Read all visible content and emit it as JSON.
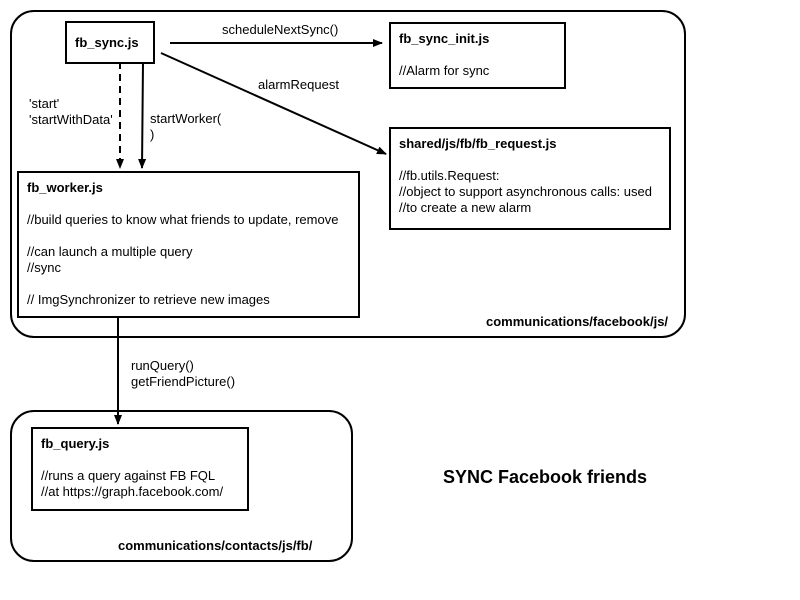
{
  "diagram": {
    "title": "SYNC Facebook friends",
    "containers": {
      "facebook_js": "communications/facebook/js/",
      "contacts_fb": "communications/contacts/js/fb/"
    },
    "boxes": {
      "fb_sync": {
        "title": "fb_sync.js"
      },
      "fb_sync_init": {
        "title": "fb_sync_init.js",
        "lines": [
          "//Alarm for sync"
        ]
      },
      "fb_request": {
        "title": "shared/js/fb/fb_request.js",
        "lines": [
          "//fb.utils.Request:",
          "//object to support asynchronous calls: used",
          "//to create a new alarm"
        ]
      },
      "fb_worker": {
        "title": "fb_worker.js",
        "lines": [
          "//build queries to know what friends to update, remove",
          "//can launch a multiple query",
          "//sync",
          "// ImgSynchronizer to retrieve new images"
        ]
      },
      "fb_query": {
        "title": "fb_query.js",
        "lines": [
          "//runs a query against FB FQL",
          "//at https://graph.facebook.com/"
        ]
      }
    },
    "edges": {
      "schedule": "scheduleNextSync()",
      "alarm": "alarmRequest",
      "start": [
        "'start'",
        "'startWithData'"
      ],
      "start_worker": [
        "startWorker(",
        ")"
      ],
      "run_query": [
        "runQuery()",
        "getFriendPicture()"
      ]
    }
  }
}
